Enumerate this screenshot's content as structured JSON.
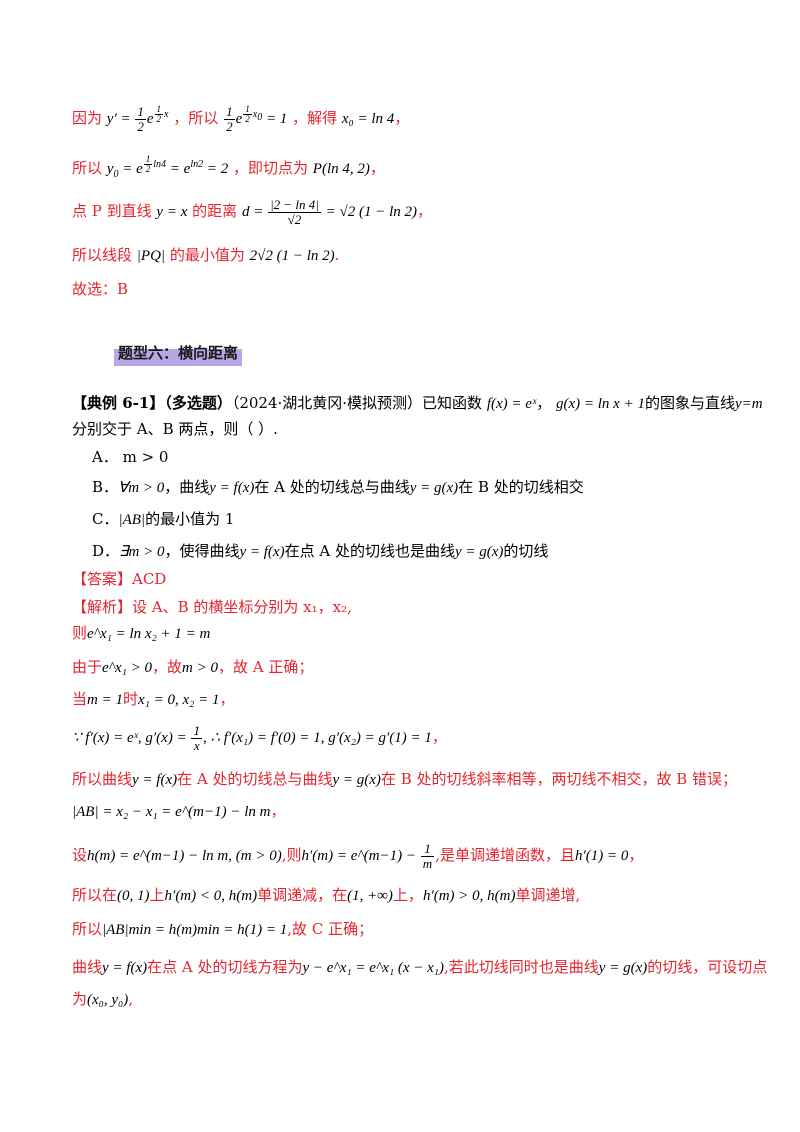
{
  "lines": {
    "l1_a": "因为",
    "l1_m1": "y′ = ½e",
    "l1_b": "，所以",
    "l1_m2": "½e",
    "l1_m2b": " = 1",
    "l1_c": "，解得",
    "l1_m3": "x₀ = ln 4",
    "l1_d": "，",
    "l2_a": "所以",
    "l2_m1": "y₀ = e",
    "l2_m1b": " = e",
    "l2_m1c": " = 2",
    "l2_b": "，即切点为",
    "l2_m2": "P(ln 4, 2)",
    "l2_c": "，",
    "l3_a": "点 P 到直线",
    "l3_m1": "y = x",
    "l3_b": "的距离",
    "l3_m2a": "d =",
    "l3_num": "|2 − ln 4|",
    "l3_den": "√2",
    "l3_m2b": "= √2 (1 − ln 2)",
    "l3_c": "，",
    "l4_a": "所以线段",
    "l4_m1": "|PQ|",
    "l4_b": "的最小值为",
    "l4_m2": "2√2 (1 − ln 2)",
    "l4_c": ".",
    "l5": "故选：B"
  },
  "heading": "题型六：横向距离",
  "example": {
    "label": "【典例 6-1】",
    "tag": "（多选题）",
    "source": "（2024·湖北黄冈·模拟预测）已知函数",
    "f": "f(x) = eˣ",
    "mid": "，",
    "g": "g(x) = ln x + 1",
    "tail": "的图象与直线",
    "ym": "y=m",
    "line2": "分别交于 A、B 两点，则（    ）."
  },
  "options": {
    "a": "A．  m > 0",
    "b_pre": "B．",
    "b_m1": "∀m > 0",
    "b_t1": "，曲线",
    "b_m2": "y = f(x)",
    "b_t2": "在 A 处的切线总与曲线",
    "b_m3": "y = g(x)",
    "b_t3": "在 B 处的切线相交",
    "c_pre": "C．",
    "c_m": "|AB|",
    "c_t": "的最小值为 1",
    "d_pre": "D．",
    "d_m1": "∃m > 0",
    "d_t1": "，使得曲线",
    "d_m2": "y = f(x)",
    "d_t2": "在点 A 处的切线也是曲线",
    "d_m3": "y = g(x)",
    "d_t3": "的切线"
  },
  "answer": "【答案】ACD",
  "analysis": {
    "label": "【解析】",
    "s1": "设 A、B 的横坐标分别为 x₁，x₂,",
    "s2_a": "则",
    "s2_m": "e^x₁ = ln x₂ + 1 = m",
    "s3_a": "由于",
    "s3_m": "e^x₁ > 0",
    "s3_b": "，故",
    "s3_m2": "m > 0",
    "s3_c": "，故 A 正确；",
    "s4_a": "当",
    "s4_m1": "m = 1",
    "s4_b": "时",
    "s4_m2": "x₁ = 0, x₂ = 1",
    "s4_c": "，",
    "s5_m": "∵ f′(x) = eˣ, g′(x) =",
    "s5_num": "1",
    "s5_den": "x",
    "s5_m2": ", ∴ f′(x₁) = f′(0) = 1, g′(x₂) = g′(1) = 1",
    "s5_c": "，",
    "s6_a": "所以曲线",
    "s6_m1": "y = f(x)",
    "s6_b": "在 A 处的切线总与曲线",
    "s6_m2": "y = g(x)",
    "s6_c": "在 B 处的切线斜率相等，两切线不相交，故 B 错误；",
    "s7_m": "|AB| = x₂ − x₁ = e^(m−1) − ln m",
    "s7_c": "，",
    "s8_a": "设",
    "s8_m1": "h(m) = e^(m−1) − ln m, (m > 0)",
    "s8_b": ",则",
    "s8_m2": "h′(m) = e^(m−1) −",
    "s8_num": "1",
    "s8_den": "m",
    "s8_c": ",是单调递增函数，且",
    "s8_m3": "h′(1) = 0",
    "s8_d": "，",
    "s9_a": "所以在",
    "s9_m1": "(0, 1)",
    "s9_b": "上",
    "s9_m2": "h′(m) < 0, h(m)",
    "s9_c": "单调递减，在",
    "s9_m3": "(1, +∞)",
    "s9_d": "上，",
    "s9_m4": "h′(m) > 0, h(m)",
    "s9_e": "单调递增,",
    "s10_a": "所以",
    "s10_m": "|AB|min = h(m)min = h(1) = 1",
    "s10_b": ",故 C 正确；",
    "s11_a": "曲线",
    "s11_m1": "y = f(x)",
    "s11_b": "在点 A 处的切线方程为",
    "s11_m2": "y − e^x₁ = e^x₁ (x − x₁)",
    "s11_c": ",若此切线同时也是曲线",
    "s11_m3": "y = g(x)",
    "s11_d": "的切线，可设切点",
    "s12_a": "为",
    "s12_m": "(x₀, y₀)",
    "s12_b": ","
  }
}
